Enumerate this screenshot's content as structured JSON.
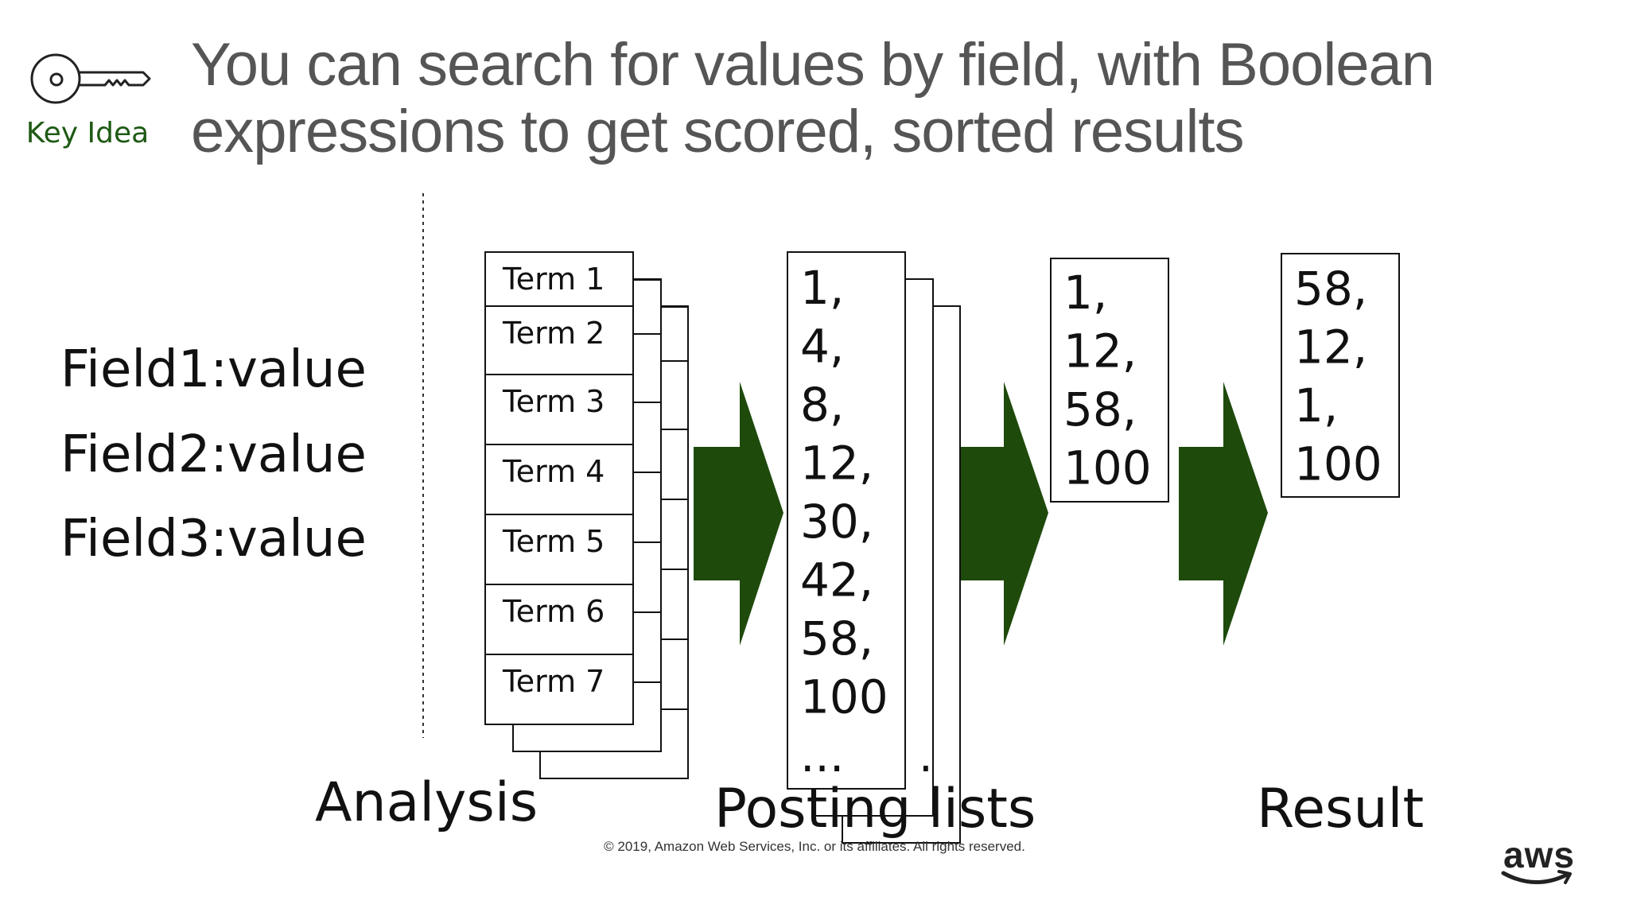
{
  "slide": {
    "title_line1": "You can search for values by field, with Boolean",
    "title_line2": "expressions to get scored, sorted results",
    "key_idea": {
      "label": "Key Idea",
      "icon": "key-icon",
      "color": "#1e5a14"
    }
  },
  "query": {
    "fields": [
      "Field1:value",
      "Field2:value",
      "Field3:value"
    ]
  },
  "terms": [
    "Term 1",
    "Term 2",
    "Term 3",
    "Term 4",
    "Term 5",
    "Term 6",
    "Term 7"
  ],
  "posting_list": [
    "1,",
    "4,",
    "8,",
    "12,",
    "30,",
    "42,",
    "58,",
    "100",
    "..."
  ],
  "intersection": [
    "1,",
    "12,",
    "58,",
    "100"
  ],
  "result": [
    "58,",
    "12,",
    "1,",
    "100"
  ],
  "labels": {
    "analysis": "Analysis",
    "posting_lists": "Posting lists",
    "result": "Result"
  },
  "arrow_color": "#1e4a0c",
  "footer": {
    "copyright": "© 2019, Amazon Web Services, Inc. or its affiliates. All rights reserved.",
    "logo": "aws"
  }
}
